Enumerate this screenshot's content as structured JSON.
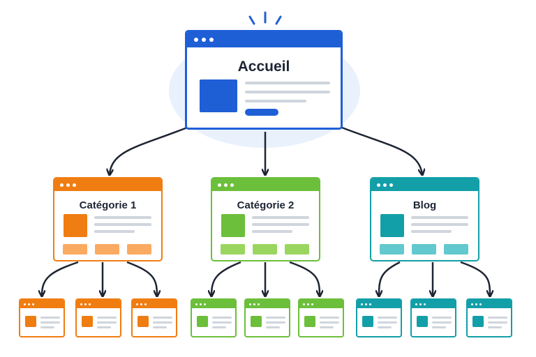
{
  "colors": {
    "accueil": "#1f5fd6",
    "categorie1": "#f07d12",
    "categorie2": "#6cbf3a",
    "blog": "#139fa8",
    "categorie1_light": "#fbaa62",
    "categorie2_light": "#9ad65f",
    "blog_light": "#62c9ce"
  },
  "root": {
    "title": "Accueil",
    "icon": "browser-window-icon"
  },
  "branches": [
    {
      "key": "categorie1",
      "title": "Catégorie 1",
      "children": 3
    },
    {
      "key": "categorie2",
      "title": "Catégorie 2",
      "children": 3
    },
    {
      "key": "blog",
      "title": "Blog",
      "children": 3
    }
  ]
}
